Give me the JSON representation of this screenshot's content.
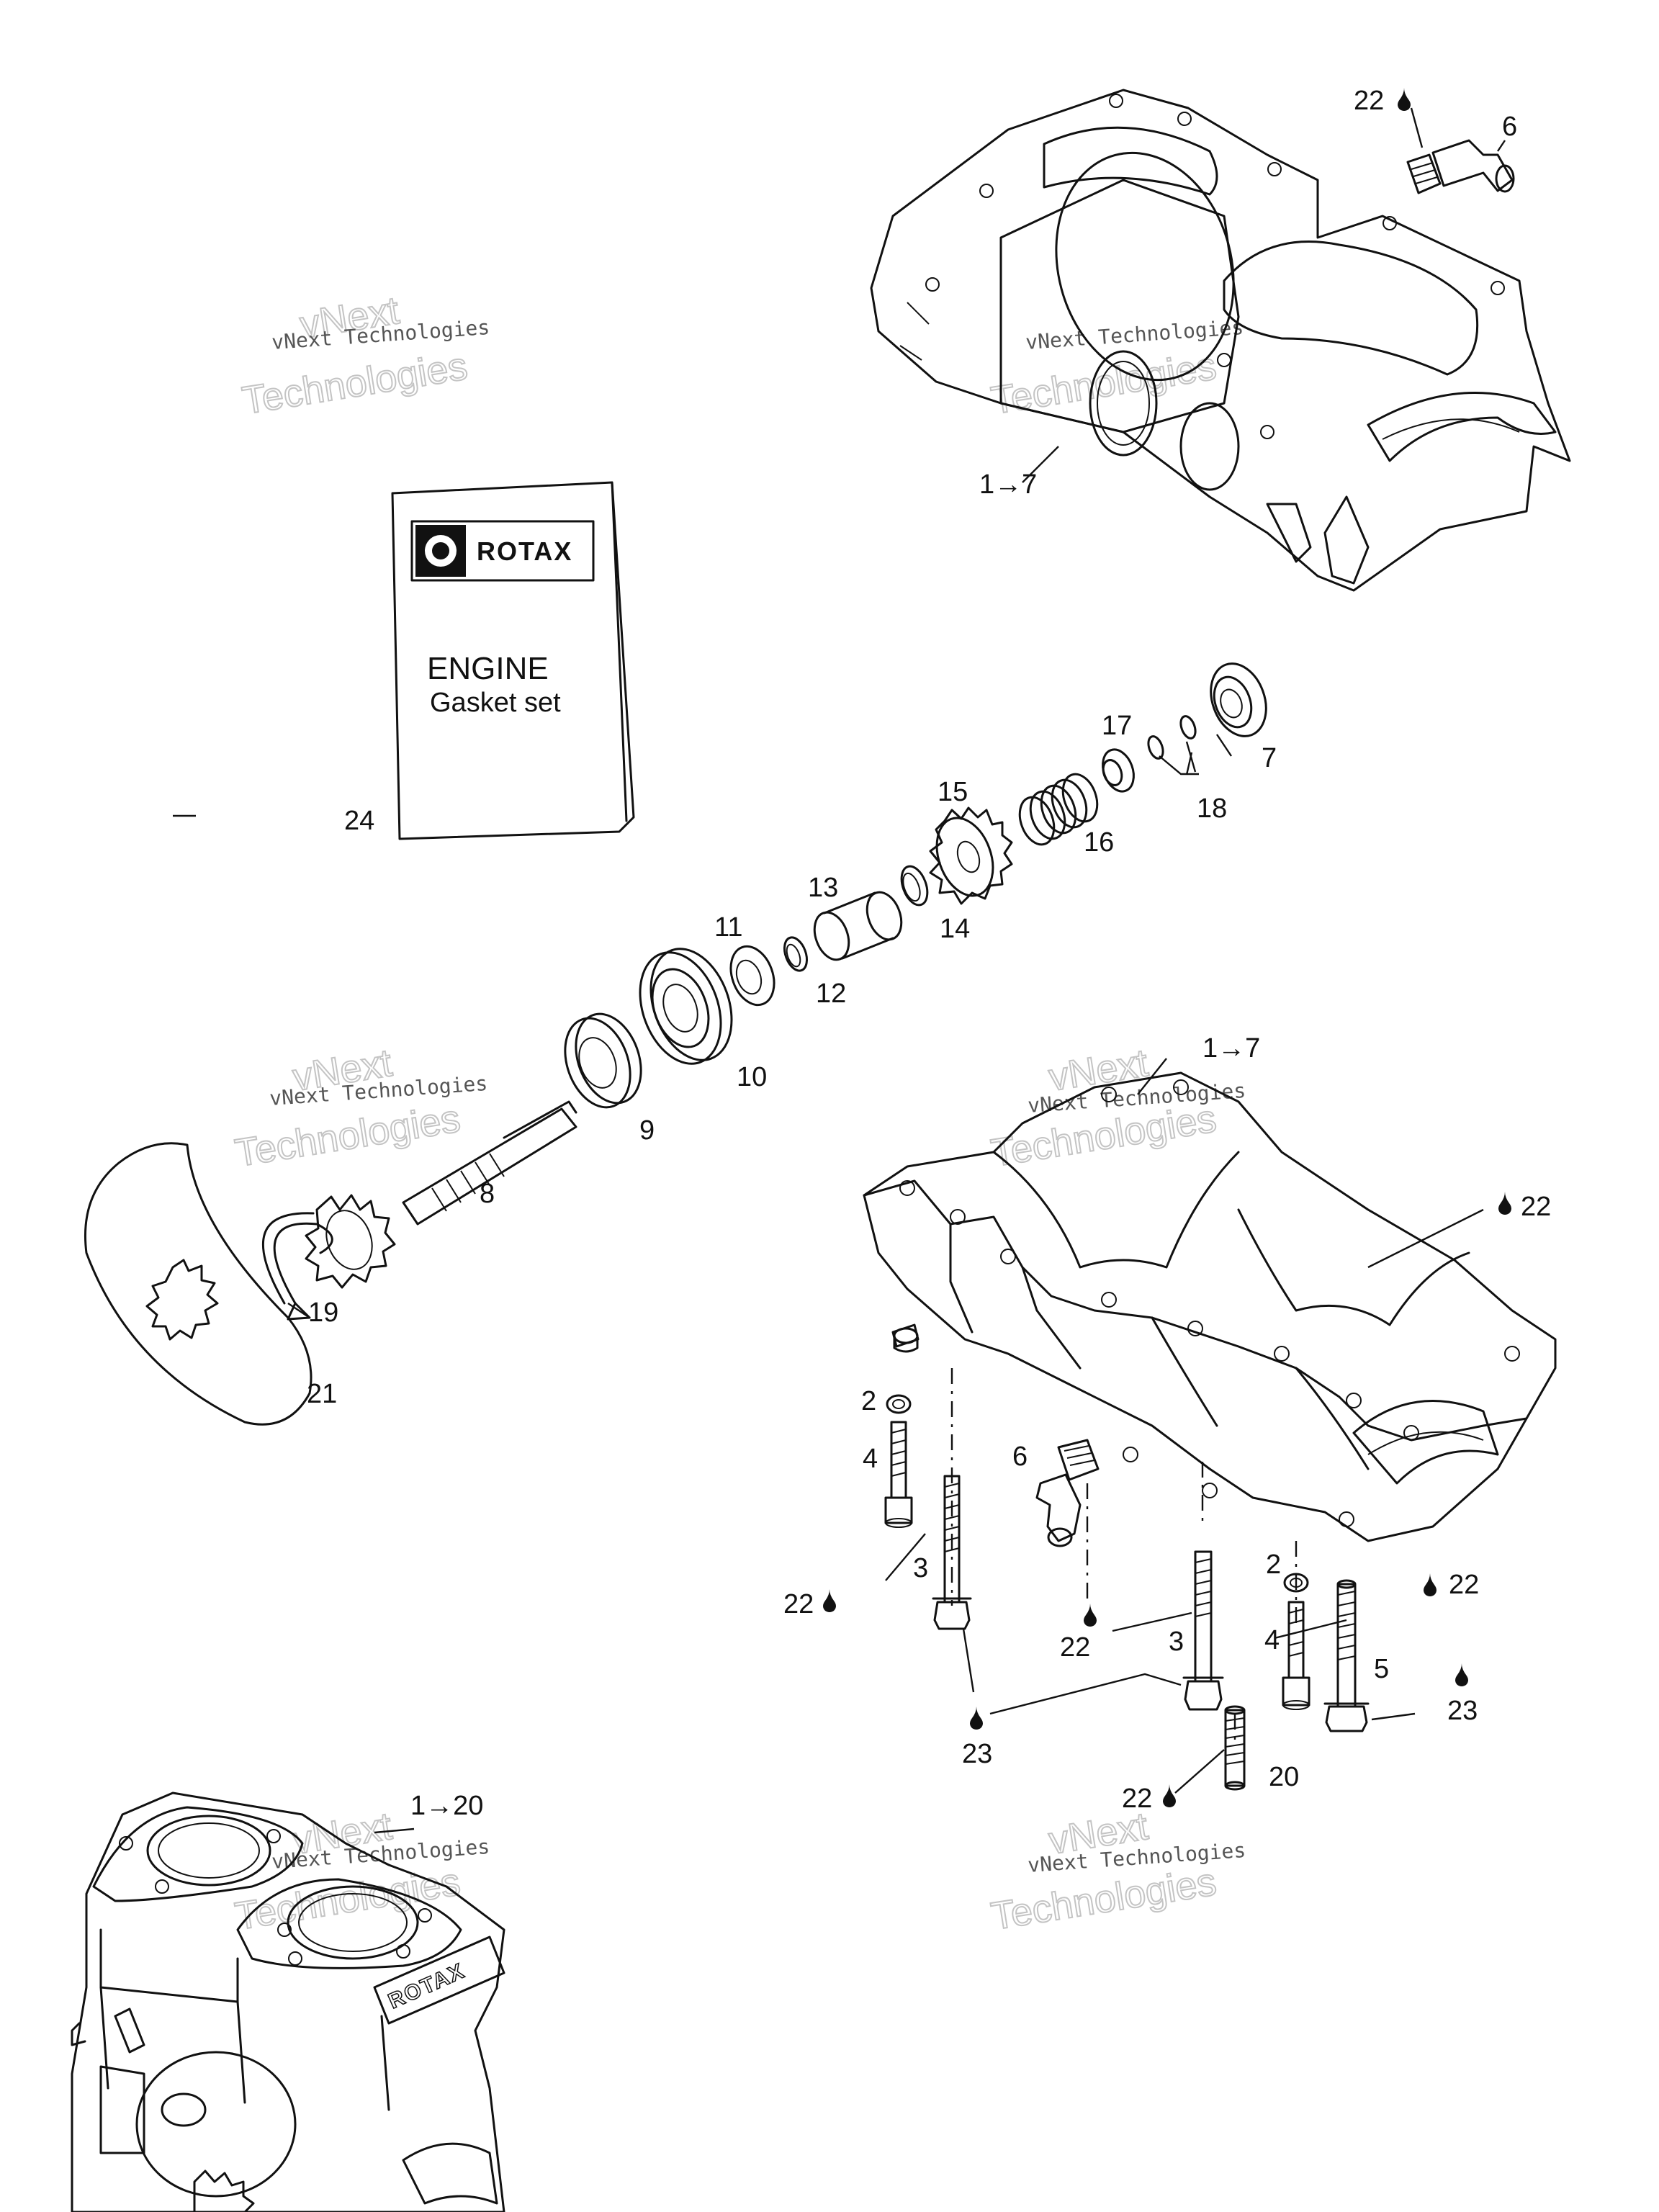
{
  "callouts": {
    "c22_top": "22",
    "c6_top": "6",
    "c1to7_top": "1→7",
    "c24": "24",
    "c7": "7",
    "c17": "17",
    "c18": "18",
    "c15": "15",
    "c16": "16",
    "c13": "13",
    "c14": "14",
    "c11": "11",
    "c12": "12",
    "c10": "10",
    "c9": "9",
    "c8": "8",
    "c19": "19",
    "c21": "21",
    "c1to7_mid": "1→7",
    "c22_right": "22",
    "c2_left": "2",
    "c4_left": "4",
    "c6_mid": "6",
    "c3_left": "3",
    "c22_left": "22",
    "c22_center": "22",
    "c3_center": "3",
    "c2_right": "2",
    "c4_right": "4",
    "c22_far_right": "22",
    "c5": "5",
    "c23_left": "23",
    "c23_right": "23",
    "c22_bottom": "22",
    "c20": "20",
    "c1to20": "1→20"
  },
  "gasket_box": {
    "logo": "ROTAX",
    "title": "ENGINE",
    "subtitle": "Gasket set"
  },
  "watermarks": {
    "line1": "vNext Technologies",
    "line2": "Technologies",
    "line3": "vNext"
  },
  "engine_block_logo": "ROTAX"
}
